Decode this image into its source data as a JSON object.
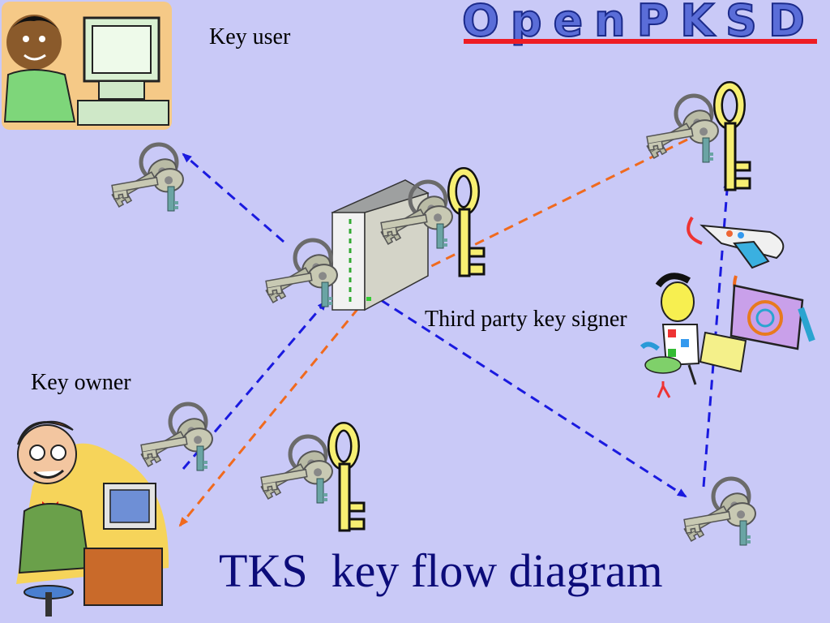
{
  "title": "TKS  key flow diagram",
  "logo": {
    "text": "OpenPKSD"
  },
  "labels": {
    "key_user": "Key user",
    "key_owner": "Key owner",
    "third_party": "Third party key signer"
  },
  "colors": {
    "background": "#c9c9f7",
    "title": "#0c0c7a",
    "arrow_blue": "#1a1adf",
    "arrow_orange": "#f06a1e",
    "logo_bar": "#ee1c24"
  },
  "nodes": [
    {
      "id": "key-user",
      "label_ref": "key_user"
    },
    {
      "id": "key-owner",
      "label_ref": "key_owner"
    },
    {
      "id": "server"
    },
    {
      "id": "third-party",
      "label_ref": "third_party"
    }
  ],
  "edges": [
    {
      "from": "server",
      "to": "key-user",
      "color": "blue",
      "style": "dashed"
    },
    {
      "from": "key-owner",
      "to": "server",
      "color": "blue",
      "style": "dashed"
    },
    {
      "from": "server",
      "to": "key-owner",
      "color": "orange",
      "style": "dashed"
    },
    {
      "from": "server",
      "to": "third-party",
      "color": "blue",
      "style": "dashed"
    },
    {
      "from": "third-party",
      "to": "server",
      "color": "orange",
      "style": "dashed"
    },
    {
      "from": "third-party",
      "to": "third-party-keys",
      "color": "blue",
      "style": "dashed"
    }
  ]
}
